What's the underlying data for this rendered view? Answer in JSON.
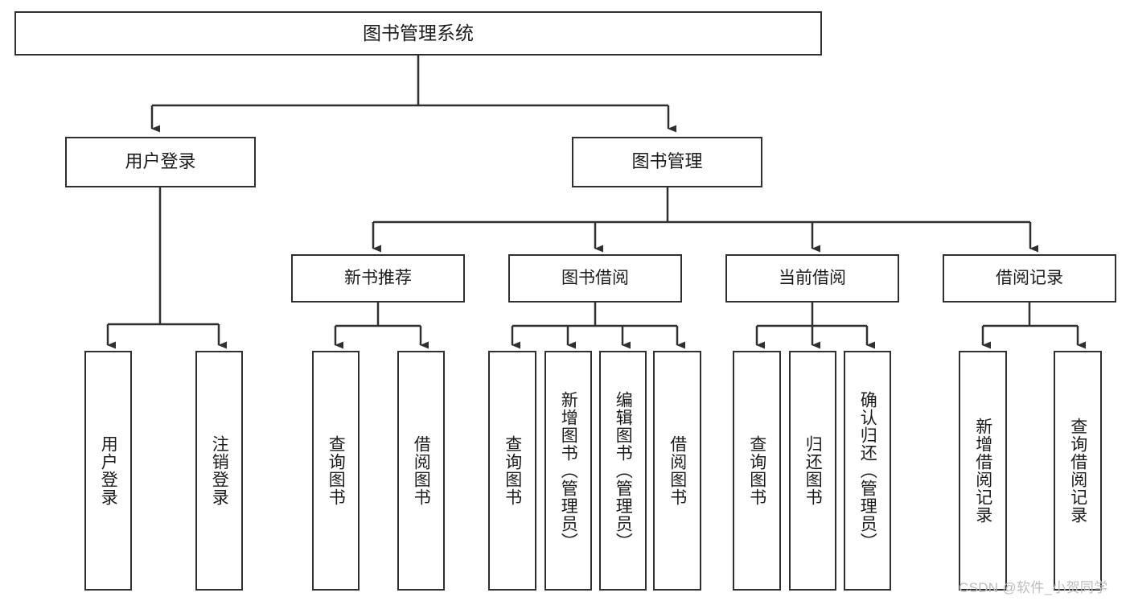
{
  "diagram": {
    "type": "hierarchy-tree",
    "title": "图书管理系统",
    "root": {
      "id": "root",
      "label": "图书管理系统",
      "orientation": "horizontal"
    },
    "level2": [
      {
        "id": "user-login",
        "label": "用户登录",
        "orientation": "horizontal"
      },
      {
        "id": "book-management",
        "label": "图书管理",
        "orientation": "horizontal"
      }
    ],
    "level3": [
      {
        "id": "new-book-recommend",
        "label": "新书推荐",
        "orientation": "horizontal",
        "parent": "book-management"
      },
      {
        "id": "book-borrow",
        "label": "图书借阅",
        "orientation": "horizontal",
        "parent": "book-management"
      },
      {
        "id": "current-borrow",
        "label": "当前借阅",
        "orientation": "horizontal",
        "parent": "book-management"
      },
      {
        "id": "borrow-record",
        "label": "借阅记录",
        "orientation": "horizontal",
        "parent": "book-management"
      }
    ],
    "leaves": [
      {
        "id": "leaf-user-login",
        "label": "用户登录",
        "orientation": "vertical",
        "parent": "user-login"
      },
      {
        "id": "leaf-logout-login",
        "label": "注销登录",
        "orientation": "vertical",
        "parent": "user-login"
      },
      {
        "id": "leaf-query-book-rec",
        "label": "查询图书",
        "orientation": "vertical",
        "parent": "new-book-recommend"
      },
      {
        "id": "leaf-borrow-book-rec",
        "label": "借阅图书",
        "orientation": "vertical",
        "parent": "new-book-recommend"
      },
      {
        "id": "leaf-query-book-borrow",
        "label": "查询图书",
        "orientation": "vertical",
        "parent": "book-borrow"
      },
      {
        "id": "leaf-add-book-admin",
        "label": "新增图书（管理员）",
        "orientation": "vertical",
        "parent": "book-borrow"
      },
      {
        "id": "leaf-edit-book-admin",
        "label": "编辑图书（管理员）",
        "orientation": "vertical",
        "parent": "book-borrow"
      },
      {
        "id": "leaf-borrow-book",
        "label": "借阅图书",
        "orientation": "vertical",
        "parent": "book-borrow"
      },
      {
        "id": "leaf-query-book-current",
        "label": "查询图书",
        "orientation": "vertical",
        "parent": "current-borrow"
      },
      {
        "id": "leaf-return-book",
        "label": "归还图书",
        "orientation": "vertical",
        "parent": "current-borrow"
      },
      {
        "id": "leaf-confirm-return-admin",
        "label": "确认归还（管理员）",
        "orientation": "vertical",
        "parent": "current-borrow"
      },
      {
        "id": "leaf-add-borrow-record",
        "label": "新增借阅记录",
        "orientation": "vertical",
        "parent": "borrow-record"
      },
      {
        "id": "leaf-query-borrow-record",
        "label": "查询借阅记录",
        "orientation": "vertical",
        "parent": "borrow-record"
      }
    ],
    "colors": {
      "border": "#2f2f2f",
      "background": "#ffffff",
      "text": "#1b1b1b",
      "connector": "#2f2f2f",
      "watermark": "#bdbdbd"
    }
  },
  "watermark": {
    "text": "CSDN @软件_小贺同学"
  }
}
